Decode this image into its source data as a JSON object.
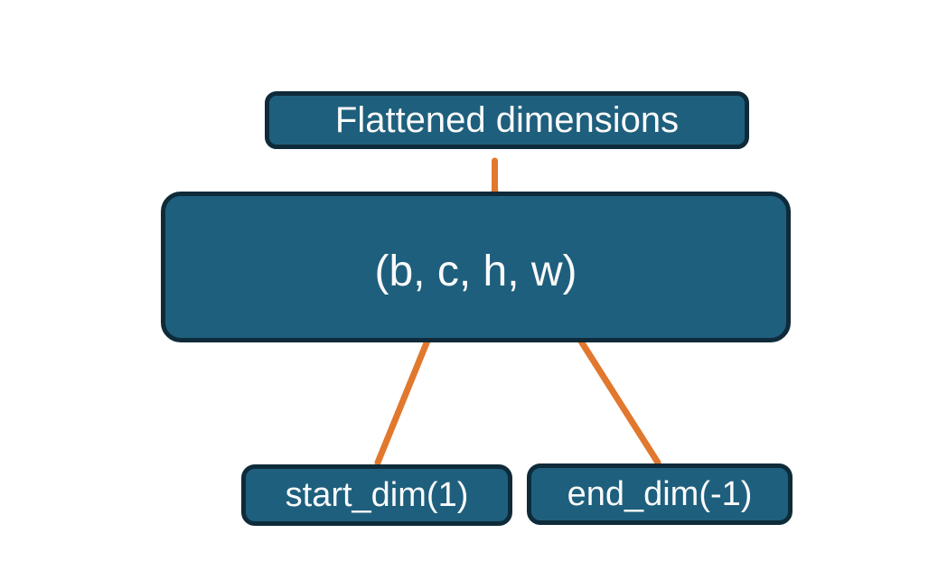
{
  "boxes": {
    "flattened": {
      "label": "Flattened dimensions"
    },
    "shape": {
      "label": "(b, c, h, w)"
    },
    "start_dim": {
      "label": "start_dim(1)"
    },
    "end_dim": {
      "label": "end_dim(-1)"
    }
  },
  "colors": {
    "box_fill": "#1e5f7d",
    "box_border": "#0f2b3a",
    "text": "#fafafa",
    "connector_orange": "#e1782d",
    "background": "#ffffff"
  }
}
